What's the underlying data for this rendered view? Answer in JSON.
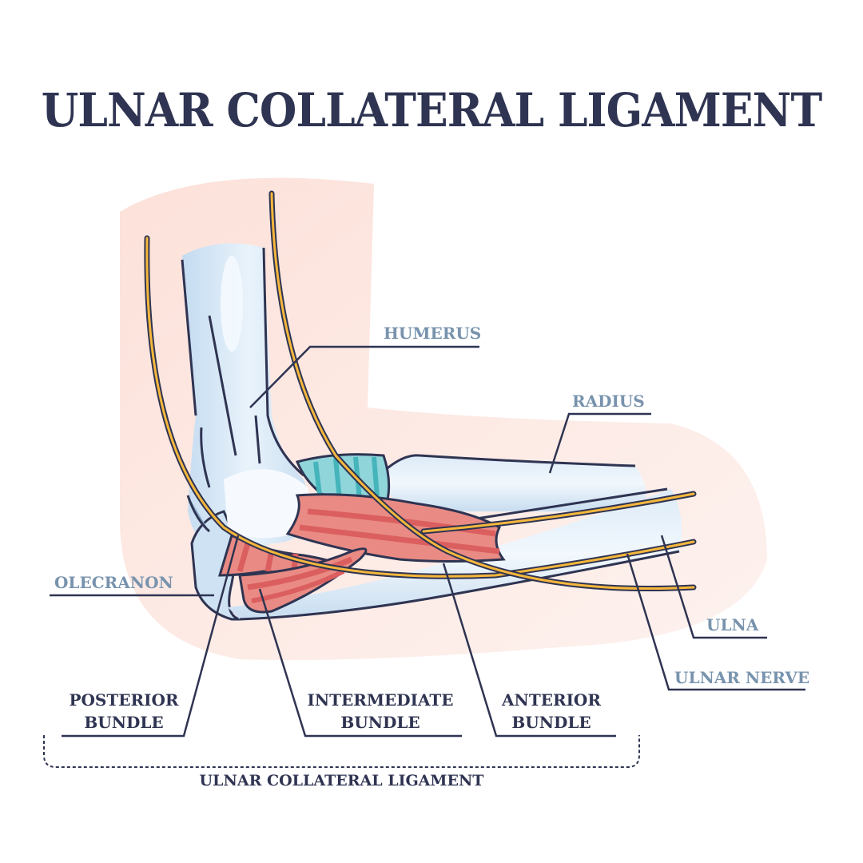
{
  "title": "ULNAR COLLATERAL LIGAMENT",
  "labels": {
    "humerus": "HUMERUS",
    "radius": "RADIUS",
    "olecranon": "OLECRANON",
    "ulna": "ULNA",
    "ulnar_nerve": "ULNAR NERVE",
    "posterior_bundle_line1": "POSTERIOR",
    "posterior_bundle_line2": "BUNDLE",
    "intermediate_bundle_line1": "INTERMEDIATE",
    "intermediate_bundle_line2": "BUNDLE",
    "anterior_bundle_line1": "ANTERIOR",
    "anterior_bundle_line2": "BUNDLE"
  },
  "group_label": "ULNAR COLLATERAL LIGAMENT",
  "colors": {
    "title": "#2f3452",
    "anatomy_label": "#7893ad",
    "bundle_label": "#2f3452",
    "skin": "#fde3dc",
    "bone": "#cfe2f3",
    "ligament": "#e26a6a",
    "cartilage": "#5cc3c8",
    "nerve": "#f6b73c",
    "outline": "#2f3452"
  }
}
